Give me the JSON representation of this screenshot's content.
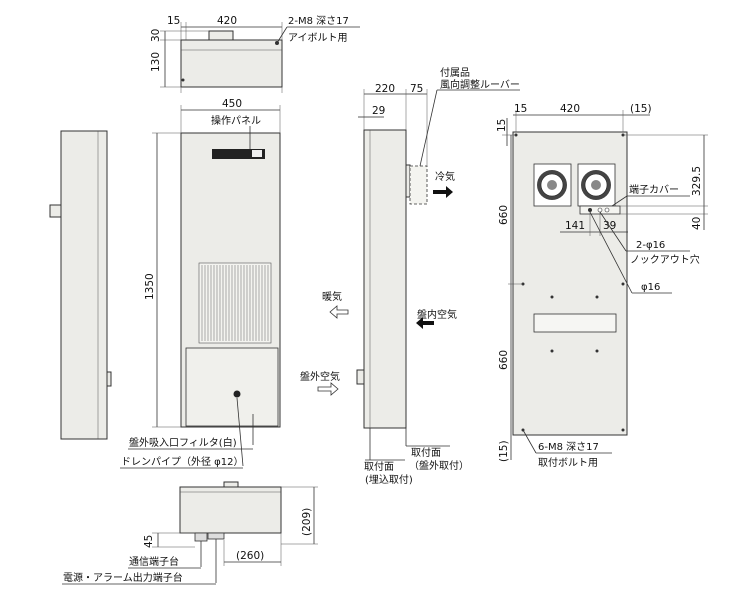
{
  "top_view": {
    "dim_15": "15",
    "dim_420": "420",
    "dim_30": "30",
    "dim_130": "130",
    "eyebolt_label_1": "2-M8 深さ17",
    "eyebolt_label_2": "アイボルト用"
  },
  "front_view": {
    "width_450": "450",
    "height_1350": "1350",
    "operation_panel": "操作パネル",
    "filter_label": "盤外吸入口フィルタ(白)",
    "drain_label": "ドレンパイプ（外径 φ12）"
  },
  "side_view": {
    "dim_220": "220",
    "dim_75": "75",
    "dim_29": "29",
    "accessory_1": "付属品",
    "accessory_2": "風向調整ルーバー",
    "cold_air": "冷気",
    "warm_air": "暖気",
    "inside_air": "盤内空気",
    "outside_air": "盤外空気",
    "mount_surface_embed_1": "取付面",
    "mount_surface_embed_2": "(埋込取付)",
    "mount_surface_ext_1": "取付面",
    "mount_surface_ext_2": "（盤外取付）"
  },
  "rear_view": {
    "dim_15_left": "15",
    "dim_420": "420",
    "dim_15_right": "(15)",
    "dim_15_vert": "15",
    "dim_329_5": "329.5",
    "dim_40": "40",
    "dim_660_upper": "660",
    "dim_660_lower": "660",
    "dim_15_bottom": "(15)",
    "dim_141": "141",
    "dim_39": "39",
    "terminal_cover": "端子カバー",
    "knockout_1": "2-φ16",
    "knockout_2": "ノックアウト穴",
    "phi16": "φ16",
    "mount_bolt_1": "6-M8 深さ17",
    "mount_bolt_2": "取付ボルト用"
  },
  "bottom_view": {
    "dim_45": "45",
    "dim_209": "(209)",
    "dim_260": "(260)",
    "comm_terminal": "通信端子台",
    "power_terminal": "電源・アラーム出力端子台"
  }
}
